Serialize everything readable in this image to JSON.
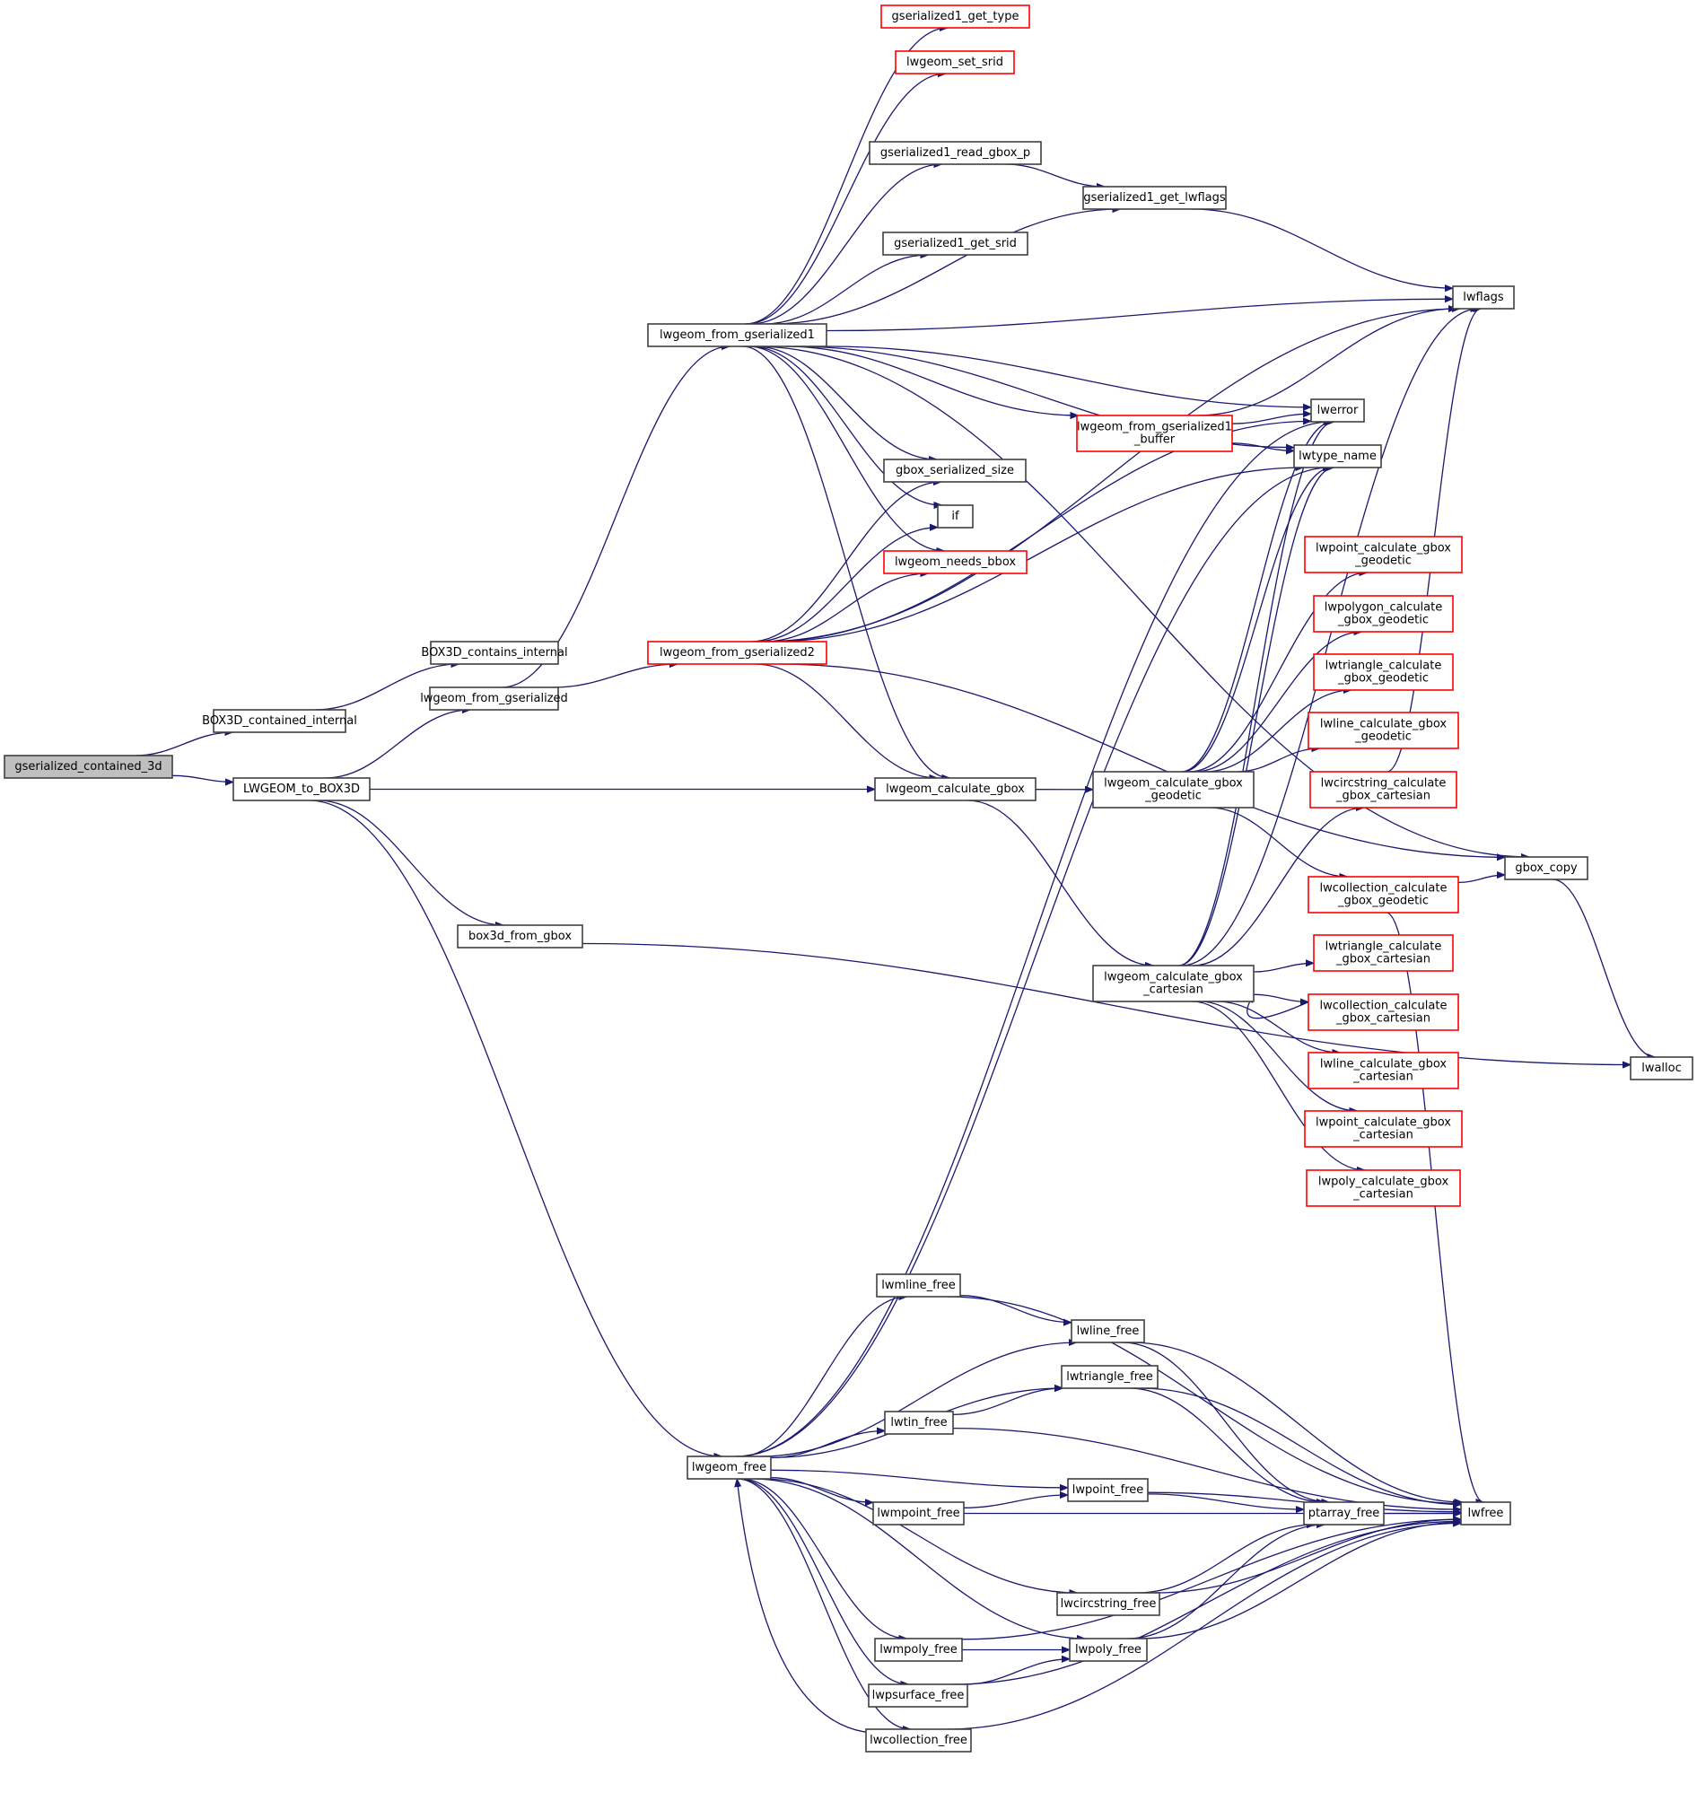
{
  "title": "gserialized_contained_3d call graph",
  "colors": {
    "edge": "#191970",
    "node_border": "#404040",
    "external_border": "#ff0000",
    "root_fill": "#bfbfbf",
    "node_fill": "#ffffff"
  },
  "nodes": [
    {
      "id": "gserialized_contained_3d",
      "label": [
        "gserialized_contained_3d"
      ],
      "kind": "root"
    },
    {
      "id": "BOX3D_contained_internal",
      "label": [
        "BOX3D_contained_internal"
      ],
      "kind": "normal"
    },
    {
      "id": "LWGEOM_to_BOX3D",
      "label": [
        "LWGEOM_to_BOX3D"
      ],
      "kind": "normal"
    },
    {
      "id": "BOX3D_contains_internal",
      "label": [
        "BOX3D_contains_internal"
      ],
      "kind": "normal"
    },
    {
      "id": "lwgeom_from_gserialized",
      "label": [
        "lwgeom_from_gserialized"
      ],
      "kind": "normal"
    },
    {
      "id": "box3d_from_gbox",
      "label": [
        "box3d_from_gbox"
      ],
      "kind": "normal"
    },
    {
      "id": "lwgeom_from_gserialized1",
      "label": [
        "lwgeom_from_gserialized1"
      ],
      "kind": "normal"
    },
    {
      "id": "lwgeom_from_gserialized2",
      "label": [
        "lwgeom_from_gserialized2"
      ],
      "kind": "external"
    },
    {
      "id": "gserialized1_get_type",
      "label": [
        "gserialized1_get_type"
      ],
      "kind": "external"
    },
    {
      "id": "lwgeom_set_srid",
      "label": [
        "lwgeom_set_srid"
      ],
      "kind": "external"
    },
    {
      "id": "gserialized1_read_gbox_p",
      "label": [
        "gserialized1_read_gbox_p"
      ],
      "kind": "normal"
    },
    {
      "id": "gserialized1_get_srid",
      "label": [
        "gserialized1_get_srid"
      ],
      "kind": "normal"
    },
    {
      "id": "gserialized1_get_lwflags",
      "label": [
        "gserialized1_get_lwflags"
      ],
      "kind": "normal"
    },
    {
      "id": "gbox_serialized_size",
      "label": [
        "gbox_serialized_size"
      ],
      "kind": "normal"
    },
    {
      "id": "if",
      "label": [
        "if"
      ],
      "kind": "normal"
    },
    {
      "id": "lwgeom_needs_bbox",
      "label": [
        "lwgeom_needs_bbox"
      ],
      "kind": "external"
    },
    {
      "id": "lwgeom_calculate_gbox",
      "label": [
        "lwgeom_calculate_gbox"
      ],
      "kind": "normal"
    },
    {
      "id": "lwgeom_from_gserialized1_buffer",
      "label": [
        "lwgeom_from_gserialized1",
        "_buffer"
      ],
      "kind": "external"
    },
    {
      "id": "lwflags",
      "label": [
        "lwflags"
      ],
      "kind": "normal"
    },
    {
      "id": "lwerror",
      "label": [
        "lwerror"
      ],
      "kind": "normal"
    },
    {
      "id": "lwtype_name",
      "label": [
        "lwtype_name"
      ],
      "kind": "normal"
    },
    {
      "id": "lwgeom_calculate_gbox_geodetic",
      "label": [
        "lwgeom_calculate_gbox",
        "_geodetic"
      ],
      "kind": "normal"
    },
    {
      "id": "lwgeom_calculate_gbox_cartesian",
      "label": [
        "lwgeom_calculate_gbox",
        "_cartesian"
      ],
      "kind": "normal"
    },
    {
      "id": "lwpoint_calculate_gbox_geodetic",
      "label": [
        "lwpoint_calculate_gbox",
        "_geodetic"
      ],
      "kind": "external"
    },
    {
      "id": "lwpolygon_calculate_gbox_geodetic",
      "label": [
        "lwpolygon_calculate",
        "_gbox_geodetic"
      ],
      "kind": "external"
    },
    {
      "id": "lwtriangle_calculate_gbox_geodetic",
      "label": [
        "lwtriangle_calculate",
        "_gbox_geodetic"
      ],
      "kind": "external"
    },
    {
      "id": "lwline_calculate_gbox_geodetic",
      "label": [
        "lwline_calculate_gbox",
        "_geodetic"
      ],
      "kind": "external"
    },
    {
      "id": "lwcircstring_calculate_gbox_cartesian",
      "label": [
        "lwcircstring_calculate",
        "_gbox_cartesian"
      ],
      "kind": "external"
    },
    {
      "id": "lwcollection_calculate_gbox_geodetic",
      "label": [
        "lwcollection_calculate",
        "_gbox_geodetic"
      ],
      "kind": "external"
    },
    {
      "id": "lwtriangle_calculate_gbox_cartesian",
      "label": [
        "lwtriangle_calculate",
        "_gbox_cartesian"
      ],
      "kind": "external"
    },
    {
      "id": "lwcollection_calculate_gbox_cartesian",
      "label": [
        "lwcollection_calculate",
        "_gbox_cartesian"
      ],
      "kind": "external"
    },
    {
      "id": "lwline_calculate_gbox_cartesian",
      "label": [
        "lwline_calculate_gbox",
        "_cartesian"
      ],
      "kind": "external"
    },
    {
      "id": "lwpoint_calculate_gbox_cartesian",
      "label": [
        "lwpoint_calculate_gbox",
        "_cartesian"
      ],
      "kind": "external"
    },
    {
      "id": "lwpoly_calculate_gbox_cartesian",
      "label": [
        "lwpoly_calculate_gbox",
        "_cartesian"
      ],
      "kind": "external"
    },
    {
      "id": "gbox_copy",
      "label": [
        "gbox_copy"
      ],
      "kind": "normal"
    },
    {
      "id": "lwalloc",
      "label": [
        "lwalloc"
      ],
      "kind": "normal"
    },
    {
      "id": "lwgeom_free",
      "label": [
        "lwgeom_free"
      ],
      "kind": "normal"
    },
    {
      "id": "lwmline_free",
      "label": [
        "lwmline_free"
      ],
      "kind": "normal"
    },
    {
      "id": "lwline_free",
      "label": [
        "lwline_free"
      ],
      "kind": "normal"
    },
    {
      "id": "lwtriangle_free",
      "label": [
        "lwtriangle_free"
      ],
      "kind": "normal"
    },
    {
      "id": "lwtin_free",
      "label": [
        "lwtin_free"
      ],
      "kind": "normal"
    },
    {
      "id": "lwpoint_free",
      "label": [
        "lwpoint_free"
      ],
      "kind": "normal"
    },
    {
      "id": "lwmpoint_free",
      "label": [
        "lwmpoint_free"
      ],
      "kind": "normal"
    },
    {
      "id": "ptarray_free",
      "label": [
        "ptarray_free"
      ],
      "kind": "normal"
    },
    {
      "id": "lwfree",
      "label": [
        "lwfree"
      ],
      "kind": "normal"
    },
    {
      "id": "lwcircstring_free",
      "label": [
        "lwcircstring_free"
      ],
      "kind": "normal"
    },
    {
      "id": "lwpoly_free",
      "label": [
        "lwpoly_free"
      ],
      "kind": "normal"
    },
    {
      "id": "lwmpoly_free",
      "label": [
        "lwmpoly_free"
      ],
      "kind": "normal"
    },
    {
      "id": "lwpsurface_free",
      "label": [
        "lwpsurface_free"
      ],
      "kind": "normal"
    },
    {
      "id": "lwcollection_free",
      "label": [
        "lwcollection_free"
      ],
      "kind": "normal"
    }
  ],
  "edges": [
    [
      "gserialized_contained_3d",
      "BOX3D_contained_internal"
    ],
    [
      "gserialized_contained_3d",
      "LWGEOM_to_BOX3D"
    ],
    [
      "BOX3D_contained_internal",
      "BOX3D_contains_internal"
    ],
    [
      "LWGEOM_to_BOX3D",
      "lwgeom_from_gserialized"
    ],
    [
      "LWGEOM_to_BOX3D",
      "lwgeom_calculate_gbox"
    ],
    [
      "LWGEOM_to_BOX3D",
      "box3d_from_gbox"
    ],
    [
      "LWGEOM_to_BOX3D",
      "lwgeom_free"
    ],
    [
      "lwgeom_from_gserialized",
      "lwgeom_from_gserialized1"
    ],
    [
      "lwgeom_from_gserialized",
      "lwgeom_from_gserialized2"
    ],
    [
      "box3d_from_gbox",
      "lwalloc"
    ],
    [
      "lwgeom_from_gserialized1",
      "gserialized1_get_type"
    ],
    [
      "lwgeom_from_gserialized1",
      "lwgeom_set_srid"
    ],
    [
      "lwgeom_from_gserialized1",
      "lwflags"
    ],
    [
      "lwgeom_from_gserialized1",
      "gserialized1_read_gbox_p"
    ],
    [
      "lwgeom_from_gserialized1",
      "gserialized1_get_lwflags"
    ],
    [
      "lwgeom_from_gserialized1",
      "gserialized1_get_srid"
    ],
    [
      "lwgeom_from_gserialized1",
      "gbox_copy"
    ],
    [
      "lwgeom_from_gserialized1",
      "lwerror"
    ],
    [
      "lwgeom_from_gserialized1",
      "lwgeom_from_gserialized1_buffer"
    ],
    [
      "lwgeom_from_gserialized1",
      "lwtype_name"
    ],
    [
      "lwgeom_from_gserialized1",
      "gbox_serialized_size"
    ],
    [
      "lwgeom_from_gserialized1",
      "if"
    ],
    [
      "lwgeom_from_gserialized1",
      "lwgeom_needs_bbox"
    ],
    [
      "lwgeom_from_gserialized1",
      "lwgeom_calculate_gbox"
    ],
    [
      "gserialized1_read_gbox_p",
      "gserialized1_get_lwflags"
    ],
    [
      "gserialized1_get_lwflags",
      "lwflags"
    ],
    [
      "lwgeom_from_gserialized2",
      "gbox_serialized_size"
    ],
    [
      "lwgeom_from_gserialized2",
      "if"
    ],
    [
      "lwgeom_from_gserialized2",
      "lwgeom_needs_bbox"
    ],
    [
      "lwgeom_from_gserialized2",
      "lwflags"
    ],
    [
      "lwgeom_from_gserialized2",
      "lwerror"
    ],
    [
      "lwgeom_from_gserialized2",
      "lwtype_name"
    ],
    [
      "lwgeom_from_gserialized2",
      "gbox_copy"
    ],
    [
      "lwgeom_from_gserialized2",
      "lwgeom_calculate_gbox"
    ],
    [
      "lwgeom_from_gserialized1_buffer",
      "lwflags"
    ],
    [
      "lwgeom_from_gserialized1_buffer",
      "lwerror"
    ],
    [
      "lwgeom_from_gserialized1_buffer",
      "lwtype_name"
    ],
    [
      "lwgeom_calculate_gbox",
      "lwgeom_calculate_gbox_geodetic"
    ],
    [
      "lwgeom_calculate_gbox",
      "lwgeom_calculate_gbox_cartesian"
    ],
    [
      "lwgeom_calculate_gbox_geodetic",
      "lwerror"
    ],
    [
      "lwgeom_calculate_gbox_geodetic",
      "lwtype_name"
    ],
    [
      "lwgeom_calculate_gbox_geodetic",
      "lwpoint_calculate_gbox_geodetic"
    ],
    [
      "lwgeom_calculate_gbox_geodetic",
      "lwpolygon_calculate_gbox_geodetic"
    ],
    [
      "lwgeom_calculate_gbox_geodetic",
      "lwtriangle_calculate_gbox_geodetic"
    ],
    [
      "lwgeom_calculate_gbox_geodetic",
      "lwline_calculate_gbox_geodetic"
    ],
    [
      "lwgeom_calculate_gbox_geodetic",
      "lwcollection_calculate_gbox_geodetic"
    ],
    [
      "lwgeom_calculate_gbox_cartesian",
      "lwerror"
    ],
    [
      "lwgeom_calculate_gbox_cartesian",
      "lwtype_name"
    ],
    [
      "lwgeom_calculate_gbox_cartesian",
      "lwflags"
    ],
    [
      "lwgeom_calculate_gbox_cartesian",
      "lwcircstring_calculate_gbox_cartesian"
    ],
    [
      "lwgeom_calculate_gbox_cartesian",
      "lwtriangle_calculate_gbox_cartesian"
    ],
    [
      "lwgeom_calculate_gbox_cartesian",
      "lwcollection_calculate_gbox_cartesian"
    ],
    [
      "lwgeom_calculate_gbox_cartesian",
      "lwline_calculate_gbox_cartesian"
    ],
    [
      "lwgeom_calculate_gbox_cartesian",
      "lwpoint_calculate_gbox_cartesian"
    ],
    [
      "lwgeom_calculate_gbox_cartesian",
      "lwpoly_calculate_gbox_cartesian"
    ],
    [
      "lwcollection_calculate_gbox_cartesian",
      "lwgeom_calculate_gbox_cartesian"
    ],
    [
      "lwcircstring_calculate_gbox_cartesian",
      "lwflags"
    ],
    [
      "lwcollection_calculate_gbox_geodetic",
      "gbox_copy"
    ],
    [
      "lwcollection_calculate_gbox_geodetic",
      "lwfree"
    ],
    [
      "gbox_copy",
      "lwalloc"
    ],
    [
      "lwgeom_free",
      "lwerror"
    ],
    [
      "lwgeom_free",
      "lwtype_name"
    ],
    [
      "lwgeom_free",
      "lwmline_free"
    ],
    [
      "lwgeom_free",
      "lwline_free"
    ],
    [
      "lwgeom_free",
      "lwtriangle_free"
    ],
    [
      "lwgeom_free",
      "lwtin_free"
    ],
    [
      "lwgeom_free",
      "lwpoint_free"
    ],
    [
      "lwgeom_free",
      "lwmpoint_free"
    ],
    [
      "lwgeom_free",
      "lwcircstring_free"
    ],
    [
      "lwgeom_free",
      "lwpoly_free"
    ],
    [
      "lwgeom_free",
      "lwmpoly_free"
    ],
    [
      "lwgeom_free",
      "lwpsurface_free"
    ],
    [
      "lwgeom_free",
      "lwcollection_free"
    ],
    [
      "lwmline_free",
      "lwline_free"
    ],
    [
      "lwmline_free",
      "lwfree"
    ],
    [
      "lwline_free",
      "ptarray_free"
    ],
    [
      "lwline_free",
      "lwfree"
    ],
    [
      "lwtriangle_free",
      "ptarray_free"
    ],
    [
      "lwtriangle_free",
      "lwfree"
    ],
    [
      "lwtin_free",
      "lwtriangle_free"
    ],
    [
      "lwtin_free",
      "lwfree"
    ],
    [
      "lwpoint_free",
      "ptarray_free"
    ],
    [
      "lwpoint_free",
      "lwfree"
    ],
    [
      "lwmpoint_free",
      "lwpoint_free"
    ],
    [
      "lwmpoint_free",
      "lwfree"
    ],
    [
      "ptarray_free",
      "lwfree"
    ],
    [
      "lwcircstring_free",
      "ptarray_free"
    ],
    [
      "lwcircstring_free",
      "lwfree"
    ],
    [
      "lwpoly_free",
      "ptarray_free"
    ],
    [
      "lwpoly_free",
      "lwfree"
    ],
    [
      "lwmpoly_free",
      "lwpoly_free"
    ],
    [
      "lwmpoly_free",
      "lwfree"
    ],
    [
      "lwpsurface_free",
      "lwpoly_free"
    ],
    [
      "lwpsurface_free",
      "lwfree"
    ],
    [
      "lwcollection_free",
      "lwgeom_free"
    ],
    [
      "lwcollection_free",
      "lwfree"
    ]
  ]
}
